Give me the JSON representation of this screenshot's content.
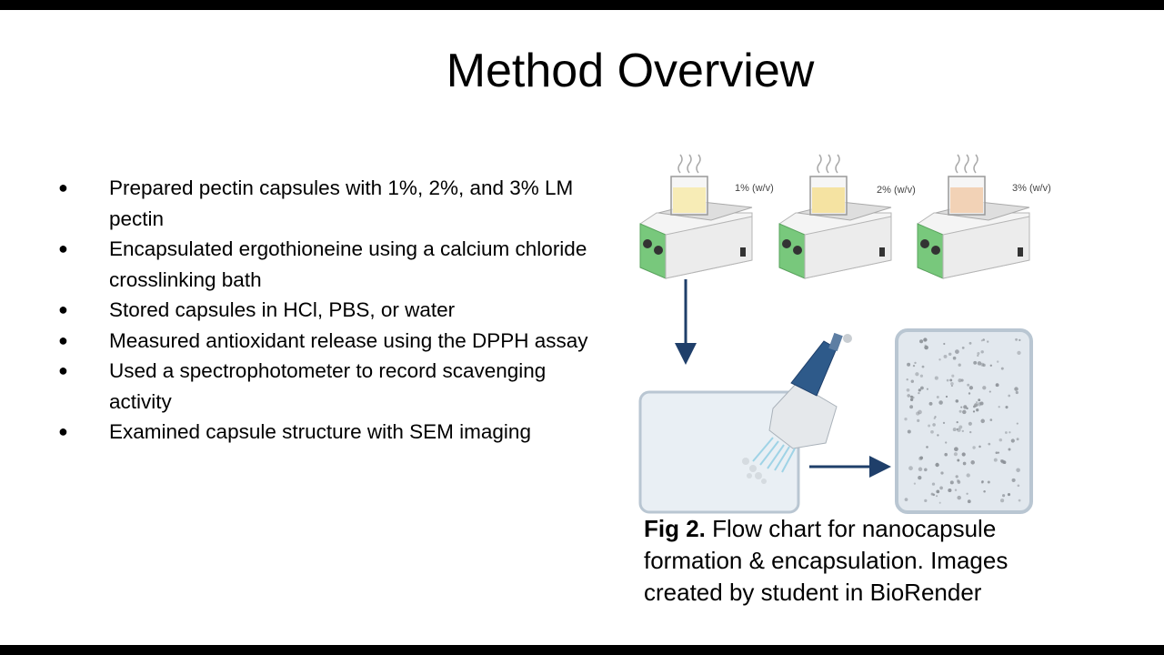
{
  "slide": {
    "title": "Method Overview",
    "bullets": [
      "Prepared pectin capsules with 1%, 2%, and 3% LM pectin",
      "Encapsulated ergothioneine using a calcium chloride crosslinking bath",
      "Stored capsules in HCl, PBS, or water",
      "Measured antioxidant release using the DPPH assay",
      "Used a spectrophotometer to record scavenging activity",
      "Examined capsule structure with SEM imaging"
    ],
    "bullet_glyph": "●",
    "figure": {
      "stirrers": [
        {
          "label": "1% (w/v)",
          "liquid_color": "#f7ecb6"
        },
        {
          "label": "2% (w/v)",
          "liquid_color": "#f5e3a2"
        },
        {
          "label": "3% (w/v)",
          "liquid_color": "#f2d2b6"
        }
      ],
      "caption_bold": "Fig 2.",
      "caption_text": " Flow chart for nanocapsule formation & encapsulation. Images created by student in BioRender"
    }
  },
  "colors": {
    "arrow": "#1f3f6a",
    "stirrer_green": "#78c87c",
    "pipette_blue": "#2e5a8a",
    "dish_fill": "#e9eff4",
    "dish_border": "#b9c6d2"
  }
}
